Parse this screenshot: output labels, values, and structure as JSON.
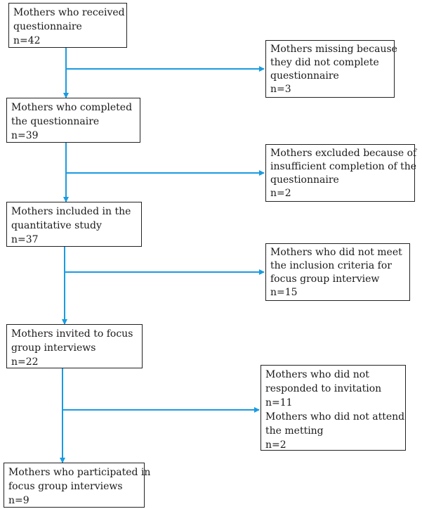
{
  "diagram": {
    "accent_color": "#1a9be0",
    "main_boxes": [
      {
        "lines": [
          "Mothers who received",
          "questionnaire",
          "n=42"
        ]
      },
      {
        "lines": [
          "Mothers who completed",
          "the questionnaire",
          "n=39"
        ]
      },
      {
        "lines": [
          "Mothers included in the",
          "quantitative study",
          "n=37"
        ]
      },
      {
        "lines": [
          "Mothers invited to focus",
          "group interviews",
          "n=22"
        ]
      },
      {
        "lines": [
          "Mothers who participated in",
          "focus group interviews",
          "n=9"
        ]
      }
    ],
    "side_boxes": [
      {
        "lines": [
          "Mothers missing because",
          "they did not complete",
          "questionnaire",
          "n=3"
        ]
      },
      {
        "lines": [
          "Mothers excluded because of",
          "insufficient completion of the",
          "questionnaire",
          "n=2"
        ]
      },
      {
        "lines": [
          "Mothers who did not meet",
          "the inclusion criteria for",
          "focus group interview",
          "n=15"
        ]
      },
      {
        "lines": [
          "Mothers who did not",
          "responded to invitation",
          "n=11",
          "Mothers who did not attend",
          "the metting",
          "n=2"
        ]
      }
    ]
  }
}
